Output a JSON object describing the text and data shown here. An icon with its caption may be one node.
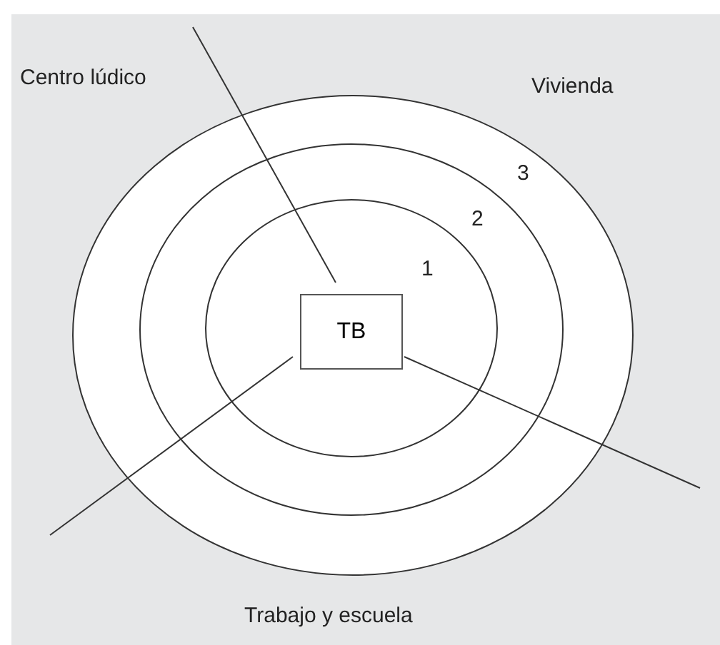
{
  "diagram": {
    "nodes": [
      {
        "text": [
          "3"
        ]
      },
      {
        "text": [
          "2"
        ],
        "in": 0
      },
      {
        "text": [
          "1"
        ],
        "in": 1
      },
      {
        "text": [
          "TB"
        ],
        "in": 2
      }
    ],
    "labels": [
      "Centro lúdico",
      "Vivienda",
      "Trabajo y escuela"
    ]
  }
}
